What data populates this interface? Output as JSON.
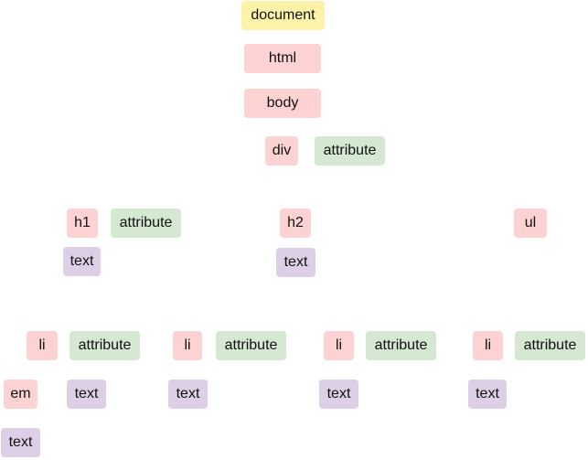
{
  "colors": {
    "document": "#fcf3a8",
    "element": "#fcd2d2",
    "attribute": "#d4e8d2",
    "text": "#ddd0e6"
  },
  "nodes": {
    "document": "document",
    "html": "html",
    "body": "body",
    "div": "div",
    "div_attribute": "attribute",
    "h1": "h1",
    "h1_attribute": "attribute",
    "h1_text": "text",
    "h2": "h2",
    "h2_text": "text",
    "ul": "ul",
    "li1": "li",
    "li1_attribute": "attribute",
    "li1_em": "em",
    "li1_em_text": "text",
    "li1_text": "text",
    "li2": "li",
    "li2_attribute": "attribute",
    "li2_text": "text",
    "li3": "li",
    "li3_attribute": "attribute",
    "li3_text": "text",
    "li4": "li",
    "li4_attribute": "attribute",
    "li4_text": "text"
  }
}
